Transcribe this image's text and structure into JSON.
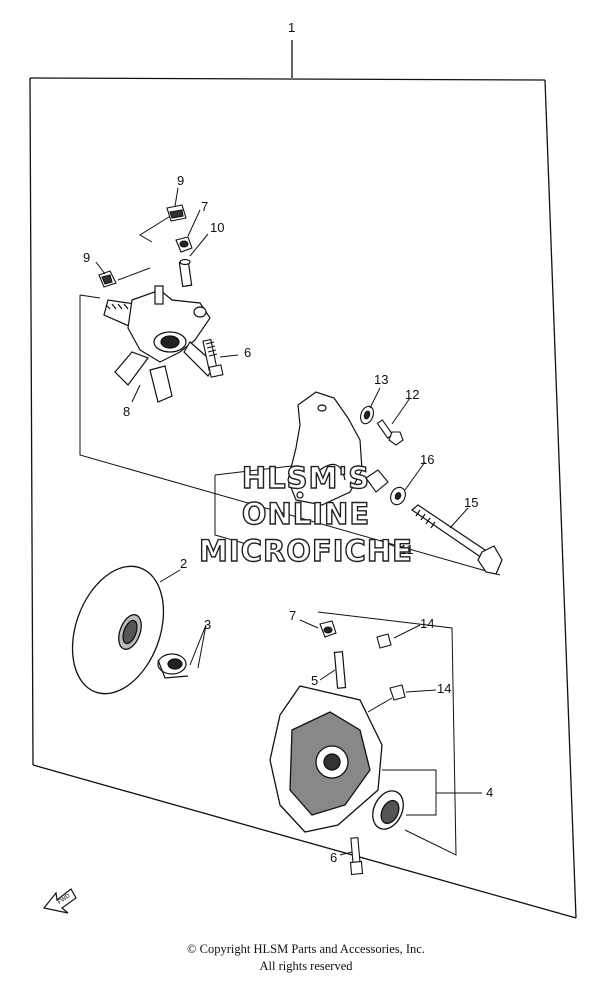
{
  "callouts": {
    "c1": "1",
    "c2": "2",
    "c3": "3",
    "c4": "4",
    "c5": "5",
    "c6a": "6",
    "c6b": "6",
    "c7a": "7",
    "c7b": "7",
    "c8": "8",
    "c9a": "9",
    "c9b": "9",
    "c10": "10",
    "c11": "11",
    "c12": "12",
    "c13": "13",
    "c14a": "14",
    "c14b": "14",
    "c15": "15",
    "c16": "16"
  },
  "watermark": {
    "line1": "HLSM'S",
    "line2": "ONLINE",
    "line3": "MICROFICHE"
  },
  "fwd_label": "FWD",
  "footer": {
    "copyright": "© Copyright HLSM Parts and Accessories, Inc.",
    "rights": "All rights reserved"
  }
}
